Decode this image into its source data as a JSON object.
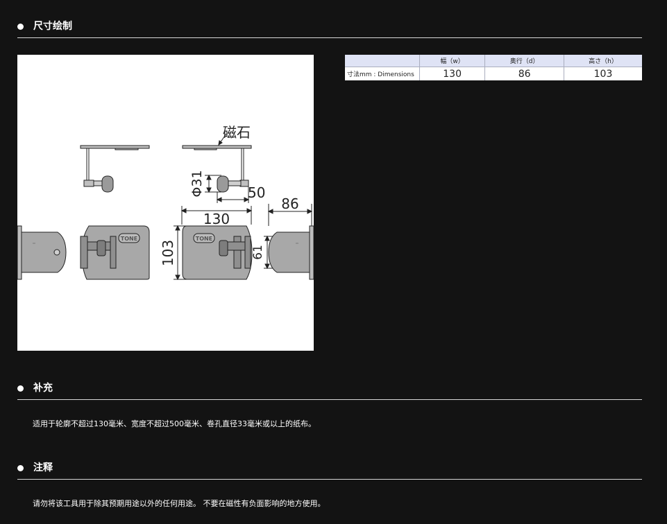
{
  "sections": {
    "dimensions_title": "尺寸绘制",
    "supplement_title": "补充",
    "supplement_text": "适用于轮廓不超过130毫米、宽度不超过500毫米、卷孔直径33毫米或以上的纸布。",
    "notes_title": "注释",
    "notes_text": "请勿将该工具用于除其预期用途以外的任何用途。 不要在磁性有负面影响的地方使用。"
  },
  "drawing": {
    "magnet_label": "磁石",
    "dim_phi31": "Φ31",
    "dim_50": "50",
    "dim_86": "86",
    "dim_130": "130",
    "dim_103": "103",
    "dim_61": "61",
    "logo_text": "TONE"
  },
  "spec_table": {
    "headers": [
      "",
      "幅（w）",
      "奥行（d）",
      "高さ（h）"
    ],
    "row_label": "寸法mm : Dimensions",
    "values": [
      "130",
      "86",
      "103"
    ]
  }
}
